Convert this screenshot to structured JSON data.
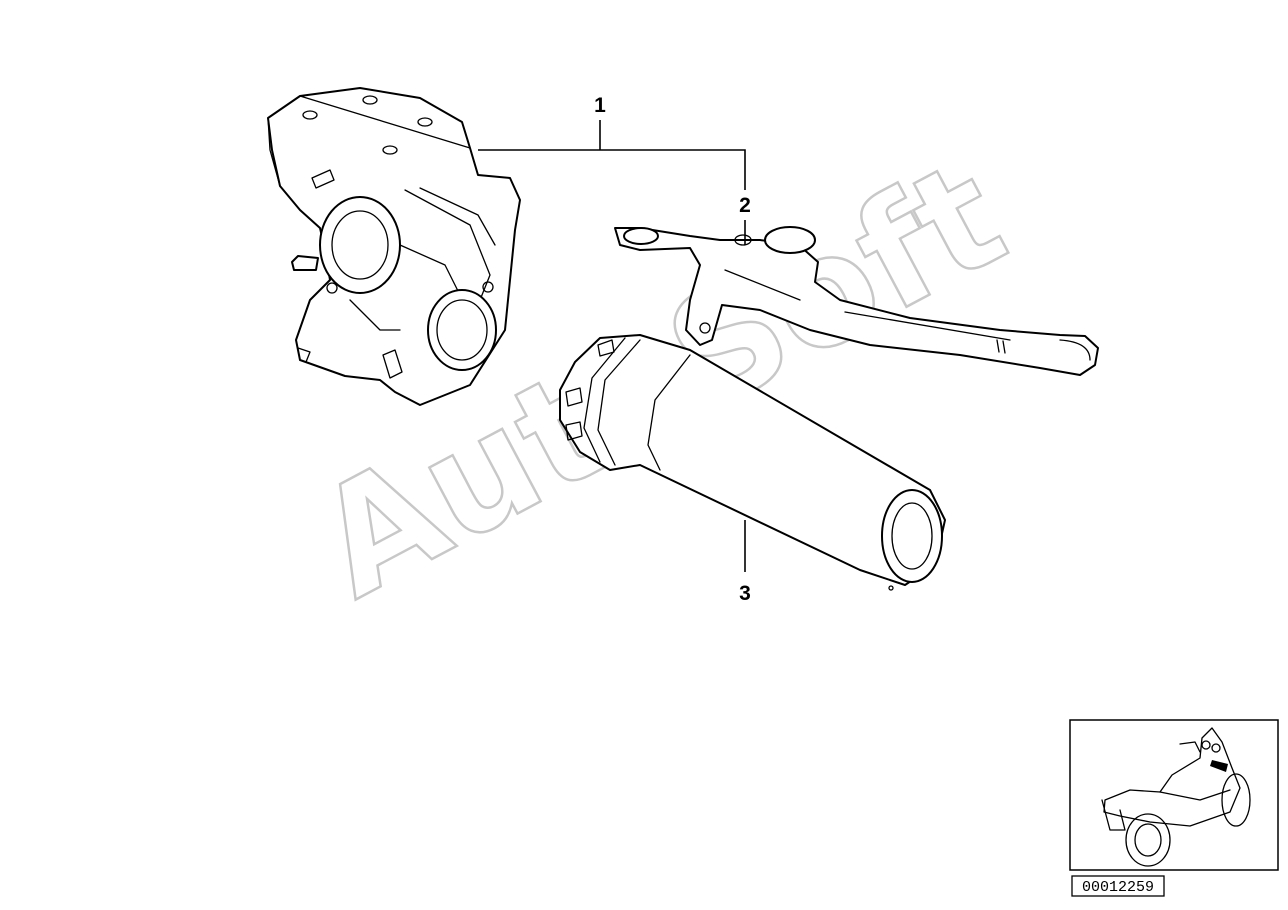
{
  "diagram": {
    "callouts": [
      {
        "id": "1",
        "label": "1"
      },
      {
        "id": "2",
        "label": "2"
      },
      {
        "id": "3",
        "label": "3"
      }
    ],
    "watermark": "AutoSoft",
    "document_number": "00012259",
    "thumbnail": {
      "icon": "motorcycle-locator-icon"
    }
  }
}
